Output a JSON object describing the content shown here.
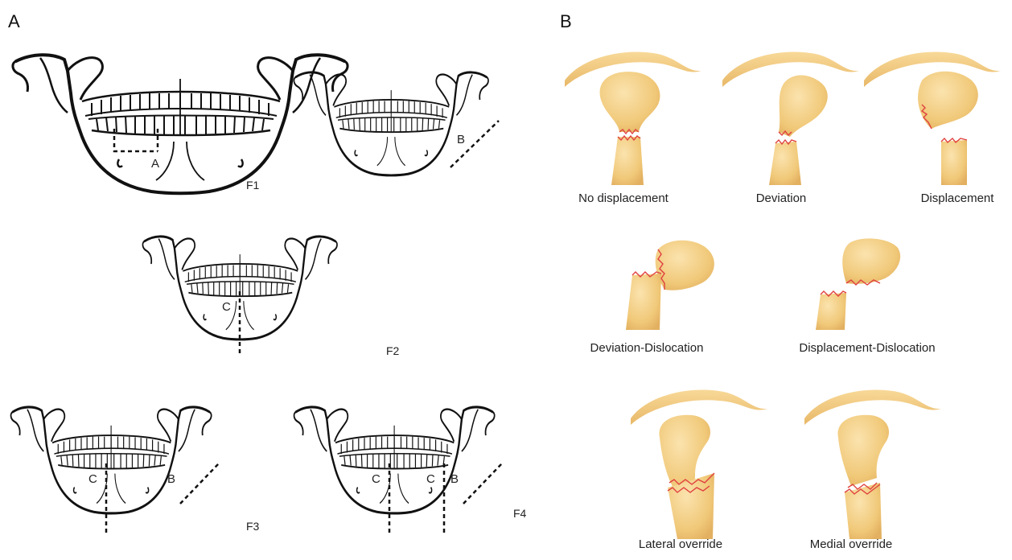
{
  "panels": {
    "a_label": "A",
    "b_label": "B"
  },
  "mandible_figures": [
    {
      "id": "F1",
      "label": "F1",
      "lines": [
        "A"
      ]
    },
    {
      "id": "F2",
      "label": "F2",
      "lines": [
        "C"
      ]
    },
    {
      "id": "F3",
      "label": "F3",
      "lines": [
        "C",
        "B"
      ]
    },
    {
      "id": "F4",
      "label": "F4",
      "lines": [
        "C",
        "C",
        "B"
      ]
    }
  ],
  "condyle_types": [
    {
      "caption": "No displacement"
    },
    {
      "caption": "Deviation"
    },
    {
      "caption": "Displacement"
    },
    {
      "caption": "Deviation-Dislocation"
    },
    {
      "caption": "Displacement-Dislocation"
    },
    {
      "caption": "Lateral override"
    },
    {
      "caption": "Medial override"
    }
  ],
  "colors": {
    "bone": "#f2cf8a",
    "bone_edge": "#e2b464",
    "fracture": "#e0403f",
    "ink": "#111111"
  }
}
